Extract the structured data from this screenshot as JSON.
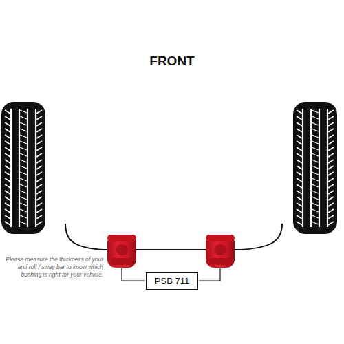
{
  "diagram": {
    "title": "FRONT",
    "nodes": [
      {
        "text": [
          "PSB 711"
        ]
      }
    ],
    "labels": [
      "Please measure the thickness of your anti roll / sway bar to know which bushing is right for your vehicle."
    ]
  }
}
